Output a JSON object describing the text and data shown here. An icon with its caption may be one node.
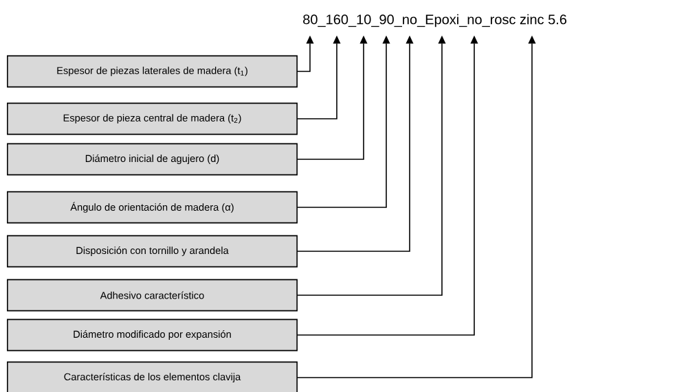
{
  "diagram": {
    "nodes": [
      {
        "text": [
          "80_160_10_90_no_Epoxi_no_rosc zinc 5.6"
        ]
      },
      {
        "text": [
          "Espesor de piezas laterales de madera (t$_{1}$)"
        ]
      },
      {
        "text": [
          "Espesor de pieza central de madera (t$_{2}$)"
        ]
      },
      {
        "text": [
          "Diámetro inicial de agujero (d)"
        ]
      },
      {
        "text": [
          "Ángulo de orientación de madera (α)"
        ]
      },
      {
        "text": [
          "Disposición con tornillo y arandela"
        ]
      },
      {
        "text": [
          "Adhesivo característico"
        ]
      },
      {
        "text": [
          "Diámetro modificado por expansión"
        ]
      },
      {
        "text": [
          "Características de los elementos clavija"
        ]
      }
    ],
    "edges": [
      {
        "from": 1,
        "to": 0,
        "arrow": "to"
      },
      {
        "from": 2,
        "to": 0,
        "arrow": "to"
      },
      {
        "from": 3,
        "to": 0,
        "arrow": "to"
      },
      {
        "from": 4,
        "to": 0,
        "arrow": "to"
      },
      {
        "from": 5,
        "to": 0,
        "arrow": "to"
      },
      {
        "from": 6,
        "to": 0,
        "arrow": "to"
      },
      {
        "from": 7,
        "to": 0,
        "arrow": "to"
      },
      {
        "from": 8,
        "to": 0,
        "arrow": "to"
      }
    ]
  }
}
